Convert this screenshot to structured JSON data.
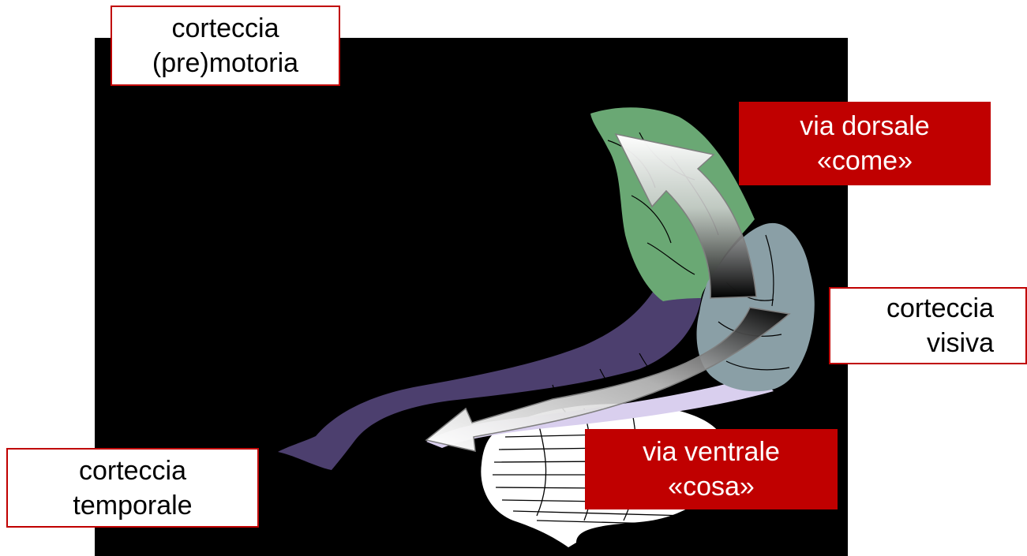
{
  "figure": {
    "labels": {
      "premotor": [
        "corteccia",
        "(pre)motoria"
      ],
      "dorsal": [
        "via dorsale",
        "«come»"
      ],
      "visual": [
        "corteccia",
        "visiva"
      ],
      "ventral": [
        "via ventrale",
        "«cosa»"
      ],
      "temporal": [
        "corteccia",
        "temporale"
      ]
    },
    "colors": {
      "background": "#000000",
      "label_border": "#c00000",
      "label_red_fill": "#c00000",
      "parietal_green": "#6aa874",
      "occipital_gray": "#8a9fa6",
      "temporal_purple": "#4c3f6e",
      "ventral_lavender": "#d9cfee",
      "cerebellum_white": "#ffffff"
    }
  }
}
